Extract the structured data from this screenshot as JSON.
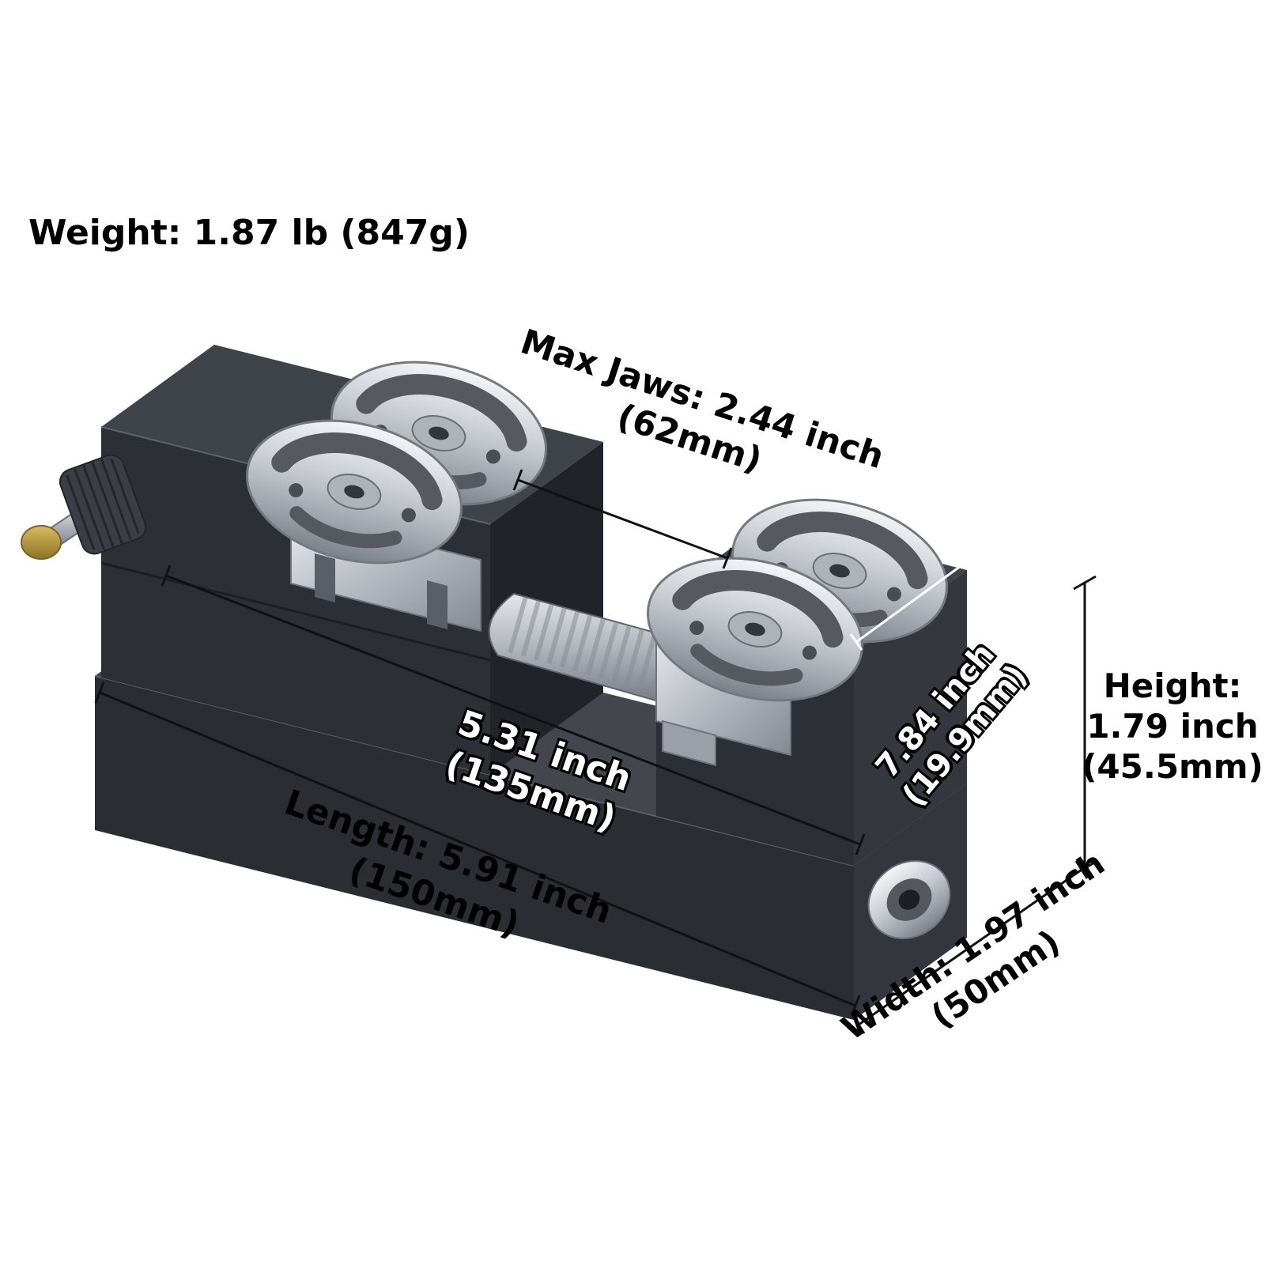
{
  "labels": {
    "weight": "Weight: 1.87 lb (847g)",
    "max_jaws": {
      "line1": "Max Jaws: 2.44 inch",
      "line2": "(62mm)"
    },
    "inner_length": {
      "line1": "5.31 inch",
      "line2": "(135mm)"
    },
    "length": {
      "line1": "Length: 5.91 inch",
      "line2": "(150mm)"
    },
    "jaw_plate": {
      "line1": "7.84 inch",
      "line2": "(19.9mm)"
    },
    "height": {
      "line1": "Height:",
      "line2": "1.79 inch",
      "line3": "(45.5mm)"
    },
    "width": {
      "line1": "Width: 1.97 inch",
      "line2": "(50mm)"
    }
  },
  "colors": {
    "background": "#ffffff",
    "text": "#000000",
    "outlined_text": "#ffffff",
    "base_top": "#43464d",
    "base_front": "#2a2d32",
    "base_side": "#33363c",
    "body_top": "#3f434a",
    "body_front": "#2c2f34",
    "body_side": "#34373d",
    "body_shadow": "#212329",
    "jaw_silver": "#c9cdd3",
    "brass": "#b3953f",
    "dimension_line": "#111111"
  }
}
